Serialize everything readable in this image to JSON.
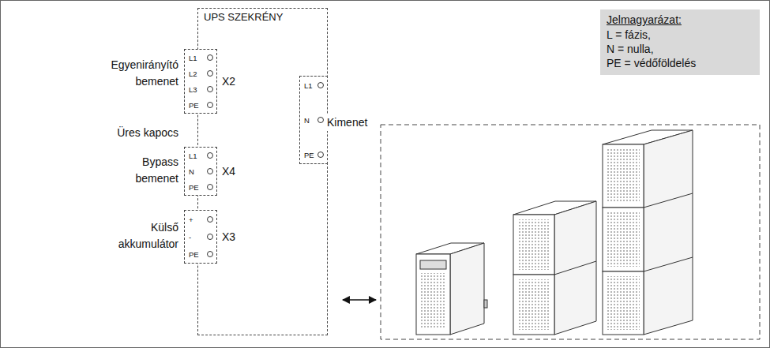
{
  "diagram": {
    "nodes": [
      {
        "text": [
          "UPS SZEKRÉNY"
        ]
      },
      {
        "text": [
          "L1",
          "L2",
          "L3",
          "PE",
          "X2"
        ]
      },
      {
        "text": [
          "L1",
          "N",
          "PE",
          "X4"
        ]
      },
      {
        "text": [
          "+",
          "-",
          "PE",
          "X3"
        ]
      },
      {
        "text": [
          "L1",
          "N",
          "PE"
        ],
        "in": 0
      }
    ],
    "labels": [
      "Egyenirányító bemenet",
      "Üres kapocs",
      "Bypass bemenet",
      "Külső akkumulátor",
      "Kimenet",
      "Jelmagyarázat:"
    ],
    "legend": [
      {
        "text": "L = fázis,"
      },
      {
        "text": "N = nulla,"
      },
      {
        "text": "PE = védőföldelés"
      }
    ]
  }
}
